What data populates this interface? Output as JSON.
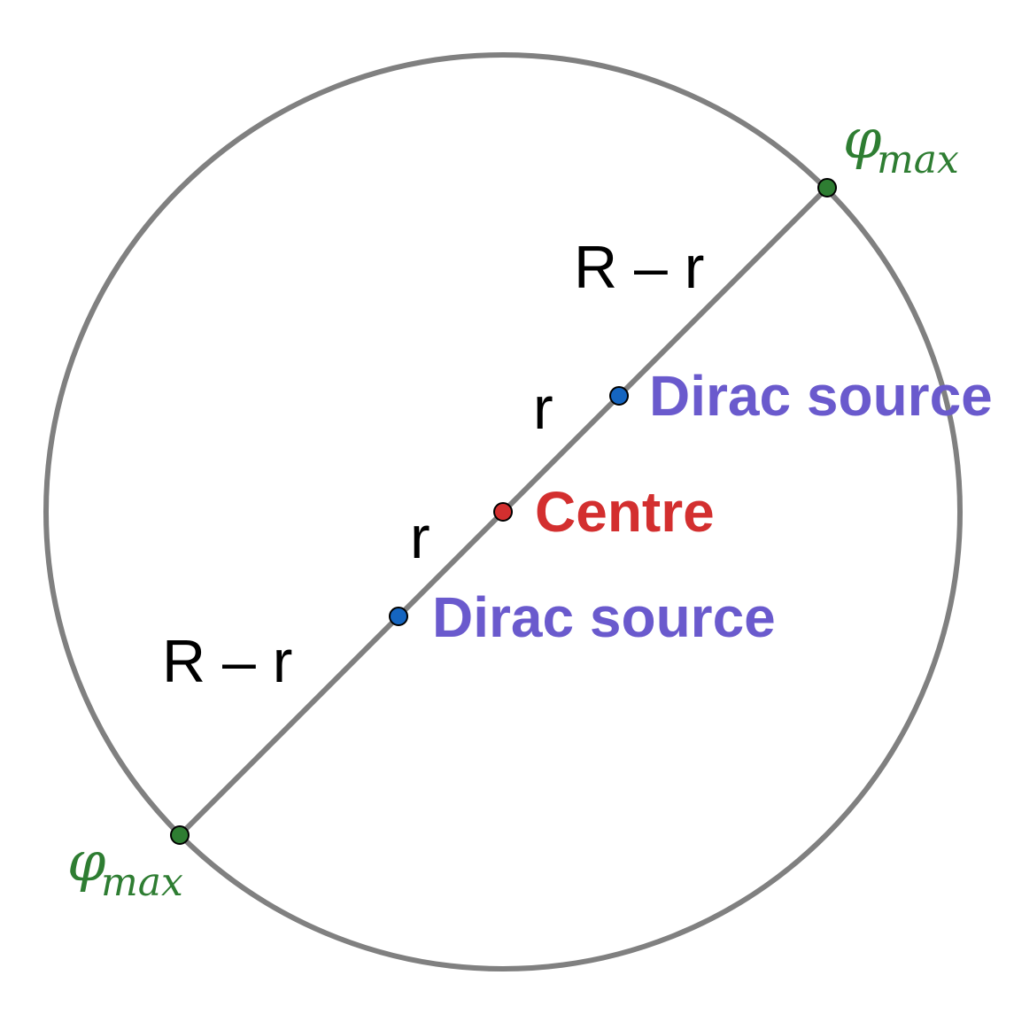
{
  "colors": {
    "circle_stroke": "#808080",
    "diameter_stroke": "#808080",
    "endpoint_fill": "#2e7d32",
    "dirac_fill": "#1565c0",
    "centre_fill": "#d32f2f",
    "dirac_label": "#6a5acd",
    "centre_label": "#d32f2f",
    "phi_label": "#2e7d32",
    "segment_label": "#000000"
  },
  "labels": {
    "segment_outer_top": "R – r",
    "segment_inner_top": "r",
    "segment_inner_bottom": "r",
    "segment_outer_bottom": "R – r",
    "dirac_top": "Dirac source",
    "dirac_bottom": "Dirac source",
    "centre": "Centre",
    "phi_top_symbol": "φ",
    "phi_top_subscript": "max",
    "phi_bottom_symbol": "φ",
    "phi_bottom_subscript": "max"
  }
}
